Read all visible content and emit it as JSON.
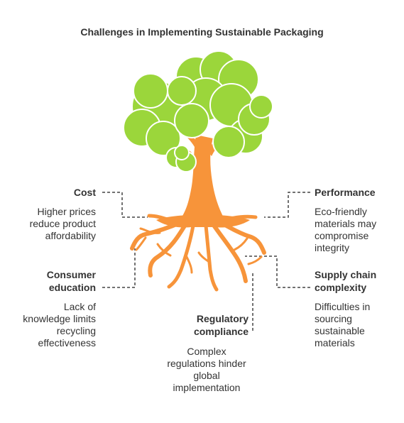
{
  "title": "Challenges in Implementing Sustainable Packaging",
  "colors": {
    "foliage": "#9bd63b",
    "foliage_outline": "#ffffff",
    "trunk": "#f7943a",
    "connector": "#444444",
    "text": "#333333"
  },
  "challenges": {
    "cost": {
      "title": "Cost",
      "desc": [
        "Higher prices",
        "reduce product",
        "affordability"
      ]
    },
    "performance": {
      "title": "Performance",
      "desc": [
        "Eco-friendly",
        "materials may",
        "compromise",
        "integrity"
      ]
    },
    "consumer_education": {
      "title": [
        "Consumer",
        "education"
      ],
      "desc": [
        "Lack of",
        "knowledge limits",
        "recycling",
        "effectiveness"
      ]
    },
    "supply_chain": {
      "title": [
        "Supply chain",
        "complexity"
      ],
      "desc": [
        "Difficulties in",
        "sourcing",
        "sustainable",
        "materials"
      ]
    },
    "regulatory": {
      "title": [
        "Regulatory",
        "compliance"
      ],
      "desc": [
        "Complex",
        "regulations hinder",
        "global",
        "implementation"
      ]
    }
  }
}
